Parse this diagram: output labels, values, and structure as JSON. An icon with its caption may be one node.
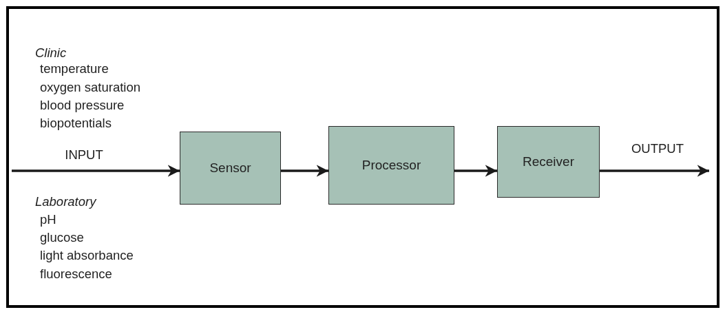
{
  "diagram": {
    "nodes": [
      {
        "text": [
          "Sensor"
        ]
      },
      {
        "text": [
          "Processor"
        ]
      },
      {
        "text": [
          "Receiver"
        ]
      }
    ],
    "edges": [
      {
        "from": null,
        "to": 0,
        "arrow": "to",
        "label": "INPUT"
      },
      {
        "from": 0,
        "to": 1,
        "arrow": "to"
      },
      {
        "from": 1,
        "to": 2,
        "arrow": "to"
      },
      {
        "from": 2,
        "to": null,
        "arrow": "to",
        "label": "OUTPUT"
      }
    ],
    "labels": [
      "Clinic",
      "temperature",
      "oxygen saturation",
      "blood pressure",
      "biopotentials",
      "Laboratory",
      "pH",
      "glucose",
      "light absorbance",
      "fluorescence"
    ]
  }
}
